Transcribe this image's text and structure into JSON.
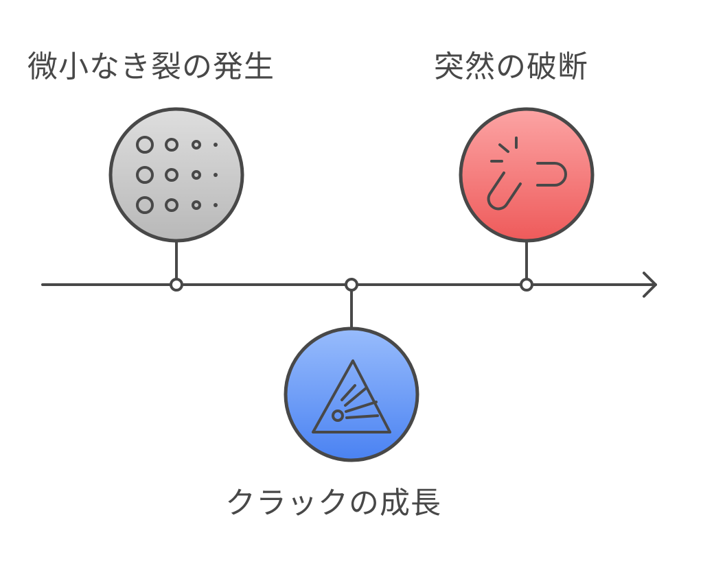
{
  "milestones": [
    {
      "label": "微小なき裂の発生",
      "icon": "dots-grid-icon",
      "color": "#cfcfcf",
      "position": "above"
    },
    {
      "label": "クラックの成長",
      "icon": "crack-triangle-icon",
      "color": "#5b8ff5",
      "position": "below"
    },
    {
      "label": "突然の破断",
      "icon": "broken-link-icon",
      "color": "#f26565",
      "position": "above"
    }
  ],
  "colors": {
    "stroke": "#484848",
    "grey_top": "#dedede",
    "grey_bottom": "#b8b8b8",
    "blue_top": "#98bcfc",
    "blue_bottom": "#4a82f2",
    "red_top": "#fca4a4",
    "red_bottom": "#ee5a5a"
  }
}
